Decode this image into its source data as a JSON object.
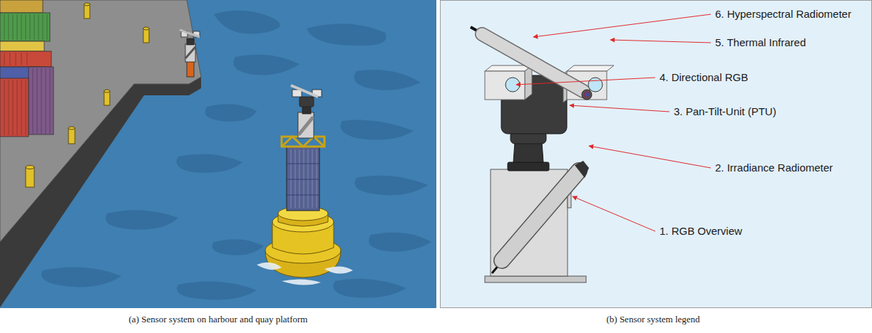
{
  "diagram": {
    "labels": [
      "6. Hyperspectral Radiometer",
      "5. Thermal Infrared",
      "4. Directional RGB",
      "3. Pan-Tilt-Unit (PTU)",
      "2. Irradiance Radiometer",
      "1. RGB Overview",
      "(a) Sensor system on harbour and quay platform",
      "(b) Sensor system legend"
    ]
  }
}
